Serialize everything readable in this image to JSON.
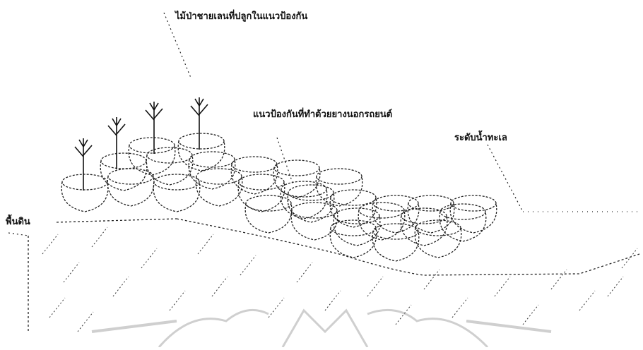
{
  "labels": {
    "trees": "ไม้ป่าชายเลนที่ปลูกในแนวป้องกัน",
    "wall": "แนวป้องกันที่ทำด้วยยางนอกรถยนต์",
    "water": "ระดับน้ำทะเล",
    "ground": "พื้นดิน"
  },
  "colors": {
    "ink": "#1a1a1a",
    "watermark": "#c8c8c8"
  }
}
